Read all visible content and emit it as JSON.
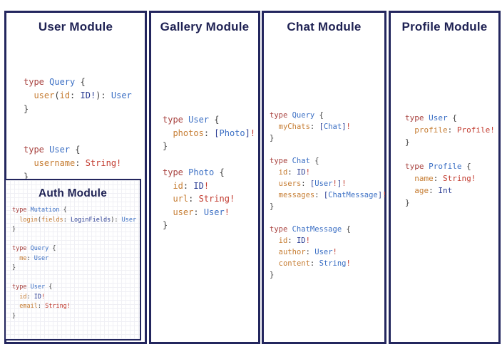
{
  "palette": {
    "border": "#23265e",
    "title": "#1e2153",
    "tokens": {
      "k": "#a8423f",
      "t": "#3b6fc4",
      "f": "#c67d33",
      "s": "#2c3e94",
      "r": "#c23a2e",
      "p": "#3e3e3e"
    }
  },
  "modules": {
    "user": {
      "title": "User Module",
      "code": [
        [
          [
            "type ",
            "k"
          ],
          [
            "Query ",
            "t"
          ],
          [
            "{",
            "p"
          ]
        ],
        [
          [
            "  ",
            "p"
          ],
          [
            "user",
            "f"
          ],
          [
            "(",
            "p"
          ],
          [
            "id",
            "f"
          ],
          [
            ": ",
            "p"
          ],
          [
            "ID!",
            "s"
          ],
          [
            "): ",
            "p"
          ],
          [
            "User",
            "t"
          ]
        ],
        [
          [
            "}",
            "p"
          ]
        ],
        [],
        [],
        [
          [
            "type ",
            "k"
          ],
          [
            "User ",
            "t"
          ],
          [
            "{",
            "p"
          ]
        ],
        [
          [
            "  ",
            "p"
          ],
          [
            "username",
            "f"
          ],
          [
            ": ",
            "p"
          ],
          [
            "String!",
            "r"
          ]
        ],
        [
          [
            "}",
            "p"
          ]
        ]
      ]
    },
    "gallery": {
      "title": "Gallery Module",
      "code": [
        [
          [
            "type ",
            "k"
          ],
          [
            "User ",
            "t"
          ],
          [
            "{",
            "p"
          ]
        ],
        [
          [
            "  ",
            "p"
          ],
          [
            "photos",
            "f"
          ],
          [
            ": ",
            "p"
          ],
          [
            "[",
            "s"
          ],
          [
            "Photo",
            "t"
          ],
          [
            "]",
            "s"
          ],
          [
            "!",
            "r"
          ]
        ],
        [
          [
            "}",
            "p"
          ]
        ],
        [],
        [
          [
            "type ",
            "k"
          ],
          [
            "Photo ",
            "t"
          ],
          [
            "{",
            "p"
          ]
        ],
        [
          [
            "  ",
            "p"
          ],
          [
            "id",
            "f"
          ],
          [
            ": ",
            "p"
          ],
          [
            "ID",
            "s"
          ],
          [
            "!",
            "r"
          ]
        ],
        [
          [
            "  ",
            "p"
          ],
          [
            "url",
            "f"
          ],
          [
            ": ",
            "p"
          ],
          [
            "String!",
            "r"
          ]
        ],
        [
          [
            "  ",
            "p"
          ],
          [
            "user",
            "f"
          ],
          [
            ": ",
            "p"
          ],
          [
            "User",
            "t"
          ],
          [
            "!",
            "r"
          ]
        ],
        [
          [
            "}",
            "p"
          ]
        ]
      ]
    },
    "chat": {
      "title": "Chat Module",
      "code": [
        [
          [
            "type ",
            "k"
          ],
          [
            "Query ",
            "t"
          ],
          [
            "{",
            "p"
          ]
        ],
        [
          [
            "  ",
            "p"
          ],
          [
            "myChats",
            "f"
          ],
          [
            ": ",
            "p"
          ],
          [
            "[",
            "s"
          ],
          [
            "Chat",
            "t"
          ],
          [
            "]",
            "s"
          ],
          [
            "!",
            "r"
          ]
        ],
        [
          [
            "}",
            "p"
          ]
        ],
        [],
        [
          [
            "type ",
            "k"
          ],
          [
            "Chat ",
            "t"
          ],
          [
            "{",
            "p"
          ]
        ],
        [
          [
            "  ",
            "p"
          ],
          [
            "id",
            "f"
          ],
          [
            ": ",
            "p"
          ],
          [
            "ID",
            "s"
          ],
          [
            "!",
            "r"
          ]
        ],
        [
          [
            "  ",
            "p"
          ],
          [
            "users",
            "f"
          ],
          [
            ": ",
            "p"
          ],
          [
            "[",
            "s"
          ],
          [
            "User",
            "t"
          ],
          [
            "!",
            "r"
          ],
          [
            "]",
            "s"
          ],
          [
            "!",
            "r"
          ]
        ],
        [
          [
            "  ",
            "p"
          ],
          [
            "messages",
            "f"
          ],
          [
            ": ",
            "p"
          ],
          [
            "[",
            "s"
          ],
          [
            "ChatMessage",
            "t"
          ],
          [
            "]",
            "s"
          ],
          [
            "!",
            "r"
          ]
        ],
        [
          [
            "}",
            "p"
          ]
        ],
        [],
        [
          [
            "type ",
            "k"
          ],
          [
            "ChatMessage ",
            "t"
          ],
          [
            "{",
            "p"
          ]
        ],
        [
          [
            "  ",
            "p"
          ],
          [
            "id",
            "f"
          ],
          [
            ": ",
            "p"
          ],
          [
            "ID",
            "s"
          ],
          [
            "!",
            "r"
          ]
        ],
        [
          [
            "  ",
            "p"
          ],
          [
            "author",
            "f"
          ],
          [
            ": ",
            "p"
          ],
          [
            "User",
            "t"
          ],
          [
            "!",
            "r"
          ]
        ],
        [
          [
            "  ",
            "p"
          ],
          [
            "content",
            "f"
          ],
          [
            ": ",
            "p"
          ],
          [
            "String",
            "t"
          ],
          [
            "!",
            "r"
          ]
        ],
        [
          [
            "}",
            "p"
          ]
        ]
      ]
    },
    "profile": {
      "title": "Profile Module",
      "code": [
        [
          [
            "type ",
            "k"
          ],
          [
            "User ",
            "t"
          ],
          [
            "{",
            "p"
          ]
        ],
        [
          [
            "  ",
            "p"
          ],
          [
            "profile",
            "f"
          ],
          [
            ": ",
            "p"
          ],
          [
            "Profile!",
            "r"
          ]
        ],
        [
          [
            "}",
            "p"
          ]
        ],
        [],
        [
          [
            "type ",
            "k"
          ],
          [
            "Profile ",
            "t"
          ],
          [
            "{",
            "p"
          ]
        ],
        [
          [
            "  ",
            "p"
          ],
          [
            "name",
            "f"
          ],
          [
            ": ",
            "p"
          ],
          [
            "String!",
            "r"
          ]
        ],
        [
          [
            "  ",
            "p"
          ],
          [
            "age",
            "f"
          ],
          [
            ": ",
            "p"
          ],
          [
            "Int",
            "s"
          ]
        ],
        [
          [
            "}",
            "p"
          ]
        ]
      ]
    },
    "auth": {
      "title": "Auth Module",
      "code": [
        [
          [
            "type ",
            "k"
          ],
          [
            "Mutation ",
            "t"
          ],
          [
            "{",
            "p"
          ]
        ],
        [
          [
            "  ",
            "p"
          ],
          [
            "login",
            "f"
          ],
          [
            "(",
            "p"
          ],
          [
            "fields",
            "f"
          ],
          [
            ": ",
            "p"
          ],
          [
            "LoginFields",
            "s"
          ],
          [
            "): ",
            "p"
          ],
          [
            "User",
            "t"
          ]
        ],
        [
          [
            "}",
            "p"
          ]
        ],
        [],
        [
          [
            "type ",
            "k"
          ],
          [
            "Query ",
            "t"
          ],
          [
            "{",
            "p"
          ]
        ],
        [
          [
            "  ",
            "p"
          ],
          [
            "me",
            "f"
          ],
          [
            ": ",
            "p"
          ],
          [
            "User",
            "t"
          ]
        ],
        [
          [
            "}",
            "p"
          ]
        ],
        [],
        [
          [
            "type ",
            "k"
          ],
          [
            "User ",
            "t"
          ],
          [
            "{",
            "p"
          ]
        ],
        [
          [
            "  ",
            "p"
          ],
          [
            "id",
            "f"
          ],
          [
            ": ",
            "p"
          ],
          [
            "ID",
            "s"
          ],
          [
            "!",
            "r"
          ]
        ],
        [
          [
            "  ",
            "p"
          ],
          [
            "email",
            "f"
          ],
          [
            ": ",
            "p"
          ],
          [
            "String!",
            "r"
          ]
        ],
        [
          [
            "}",
            "p"
          ]
        ]
      ]
    }
  }
}
